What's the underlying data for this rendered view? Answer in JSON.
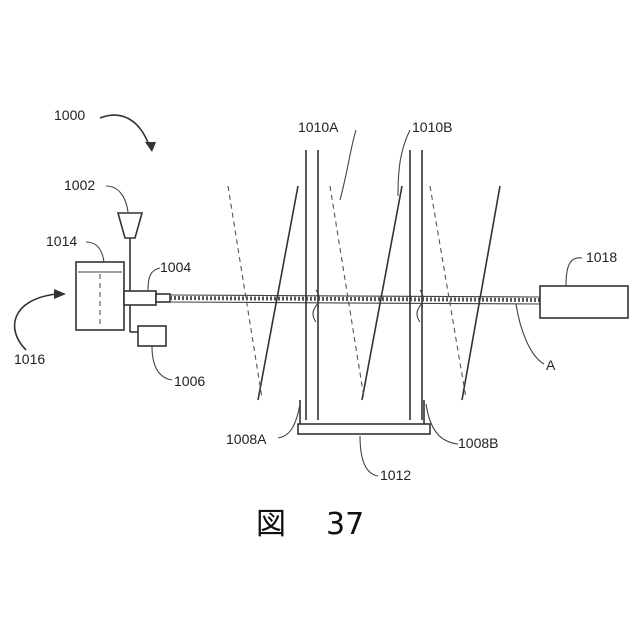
{
  "labels": {
    "system": "1000",
    "hopper": "1002",
    "nozzle": "1004",
    "pump": "1006",
    "support_left": "1008A",
    "support_right": "1008B",
    "pole_left": "1010A",
    "pole_right": "1010B",
    "base": "1012",
    "tank": "1014",
    "inlet": "1016",
    "receiver": "1018",
    "axis": "A"
  },
  "caption": {
    "prefix": "図",
    "number": "37"
  }
}
